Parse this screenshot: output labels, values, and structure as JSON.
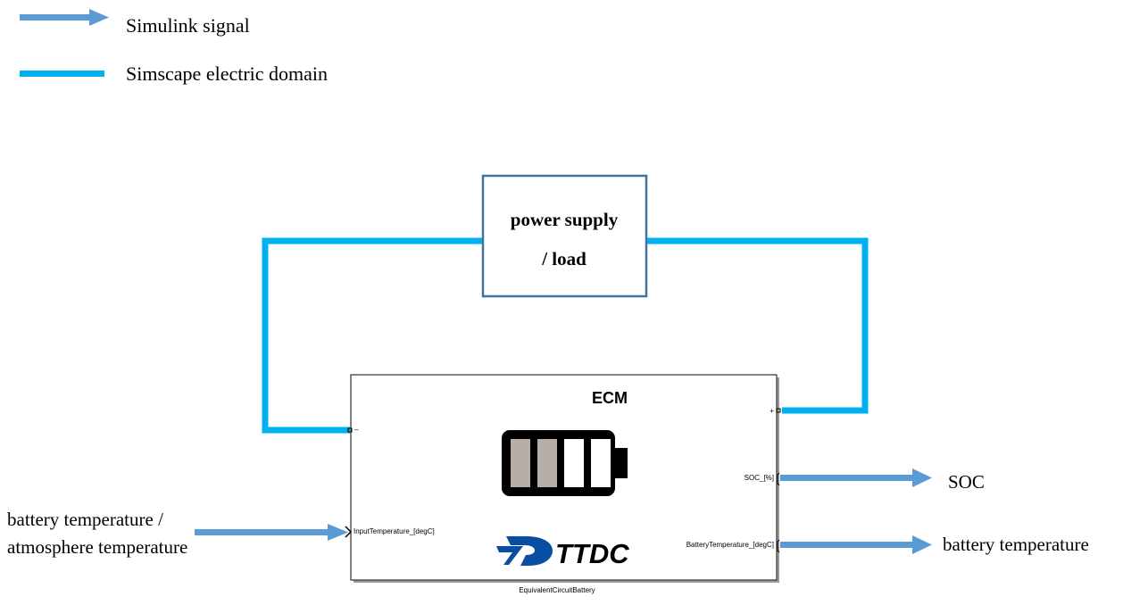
{
  "colors": {
    "simulink_signal": "#5b9bd5",
    "simscape_electric": "#00b0f0",
    "block_border_supply": "#41719c",
    "block_border_ecm": "#404040",
    "battery_cell_filled": "#b8aea8",
    "battery_body": "#000000",
    "ttdc_logo_blue": "#0a4ea2"
  },
  "legend": {
    "items": [
      {
        "icon": "arrow-right-icon",
        "label": "Simulink signal"
      },
      {
        "icon": "thick-line-icon",
        "label": "Simscape electric domain"
      }
    ]
  },
  "supply_block": {
    "line1": "power supply",
    "line2": "/ load"
  },
  "ecm_block": {
    "title": "ECM",
    "name": "EquivalentCircuitBattery",
    "logo_text": "TTDC",
    "battery_icon": {
      "cells_total": 4,
      "cells_filled": 2
    },
    "ports": {
      "negative": "–",
      "positive": "+",
      "input_temperature": "InputTemperature_[degC]",
      "soc": "SOC_[%]",
      "battery_temperature": "BatteryTemperature_[degC]"
    }
  },
  "external_labels": {
    "input_line1": "battery temperature /",
    "input_line2": "atmosphere temperature",
    "soc_output": "SOC",
    "temperature_output": "battery temperature"
  }
}
